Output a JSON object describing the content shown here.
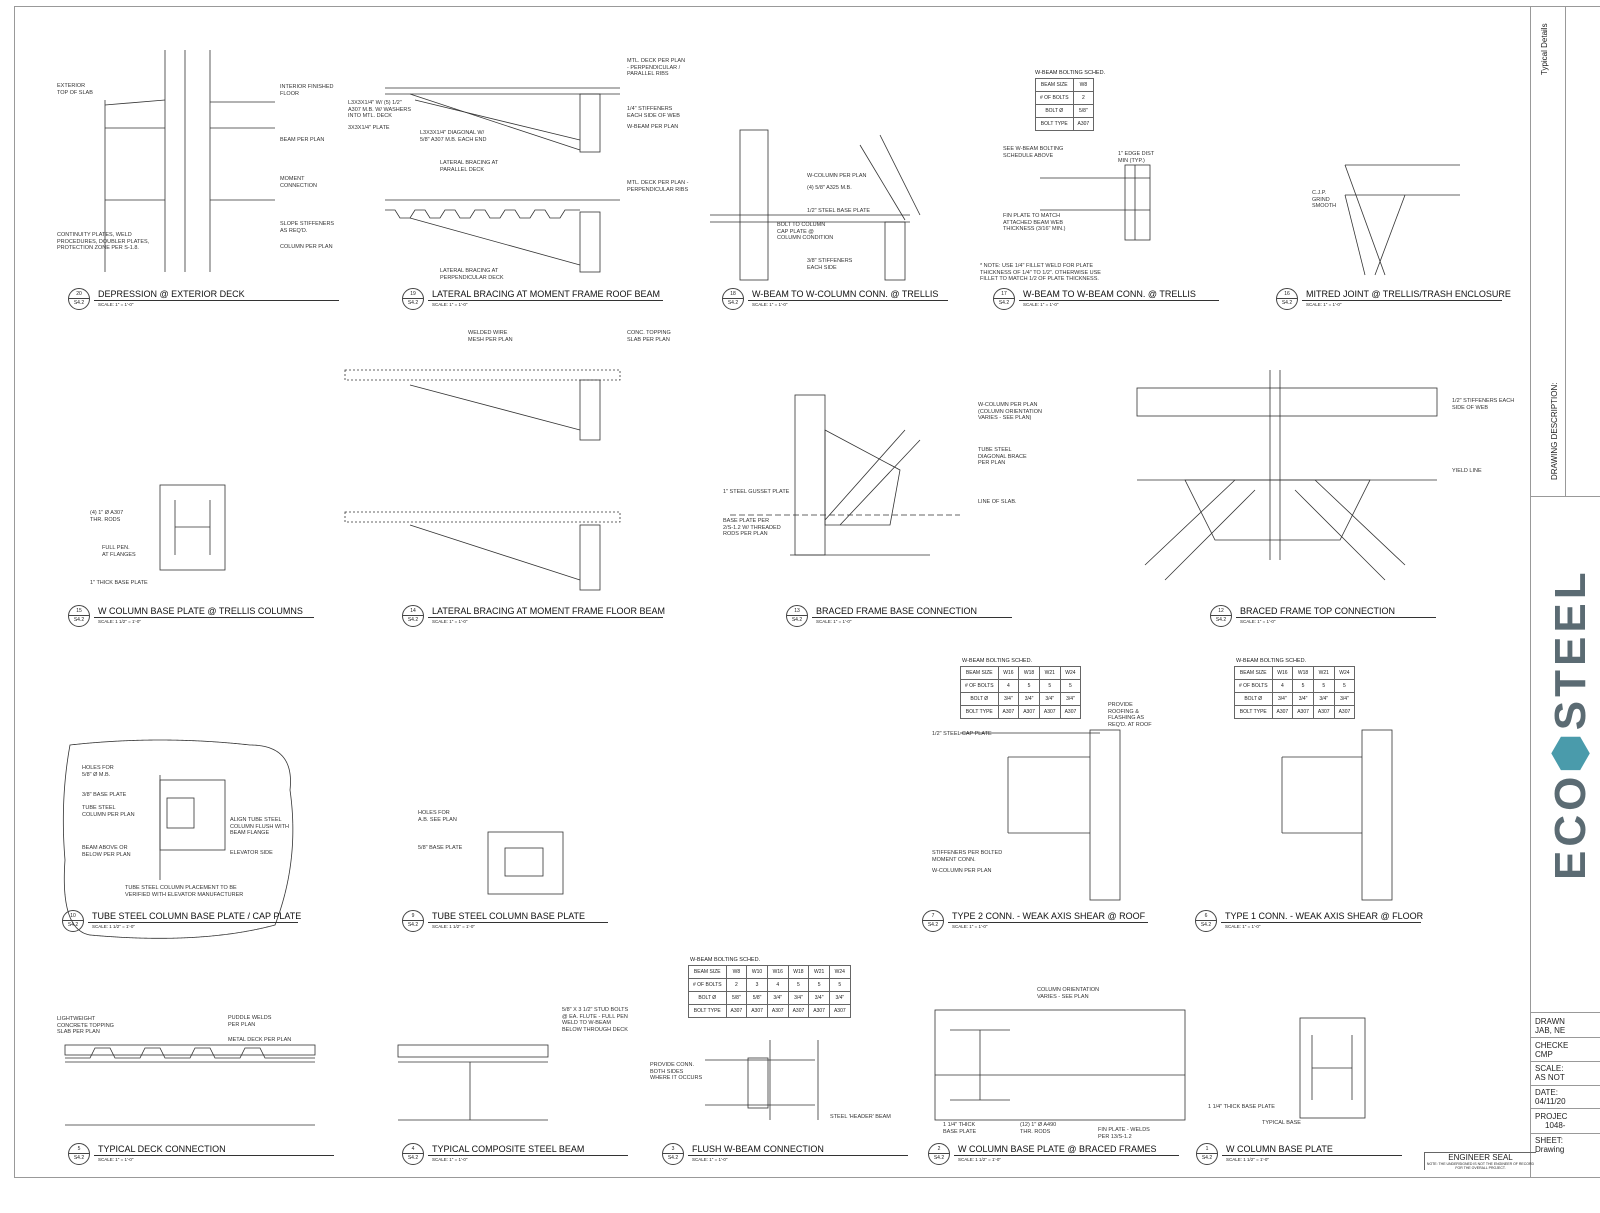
{
  "sheet": {
    "description_label": "DRAWING DESCRIPTION:",
    "description": "Typical Details",
    "brand": "ECOSTEEL",
    "brand_color": "#4a9bab",
    "drawn_label": "DRAWN",
    "drawn": "JAB, NE",
    "checked_label": "CHECKE",
    "checked": "CMP",
    "scale_label": "SCALE:",
    "scale": "AS NOT",
    "date_label": "DATE:",
    "date": "04/11/20",
    "project_label": "PROJEC",
    "project": "1048-",
    "sheet_label": "SHEET:",
    "sheet": "Drawing",
    "seal_title": "ENGINEER SEAL",
    "seal_note": "NOTE: THE UNDERSIGNED IS NOT THE ENGINEER OF RECORD FOR THE OVERALL PROJECT."
  },
  "details": [
    {
      "n": "20",
      "s": "S4.2",
      "title": "DEPRESSION @ EXTERIOR DECK",
      "scale": "SCALE: 1\" = 1'-0\""
    },
    {
      "n": "19",
      "s": "S4.2",
      "title": "LATERAL BRACING AT MOMENT FRAME ROOF BEAM",
      "scale": "SCALE: 1\" = 1'-0\""
    },
    {
      "n": "18",
      "s": "S4.2",
      "title": "W-BEAM TO W-COLUMN CONN. @ TRELLIS",
      "scale": "SCALE: 1\" = 1'-0\""
    },
    {
      "n": "17",
      "s": "S4.2",
      "title": "W-BEAM TO W-BEAM CONN. @ TRELLIS",
      "scale": "SCALE: 1\" = 1'-0\""
    },
    {
      "n": "16",
      "s": "S4.2",
      "title": "MITRED JOINT @ TRELLIS/TRASH ENCLOSURE",
      "scale": "SCALE: 1\" = 1'-0\""
    },
    {
      "n": "15",
      "s": "S4.2",
      "title": "W COLUMN BASE PLATE @ TRELLIS COLUMNS",
      "scale": "SCALE: 1 1/2\" = 1'-0\""
    },
    {
      "n": "14",
      "s": "S4.2",
      "title": "LATERAL BRACING AT MOMENT FRAME FLOOR BEAM",
      "scale": "SCALE: 1\" = 1'-0\""
    },
    {
      "n": "13",
      "s": "S4.2",
      "title": "BRACED FRAME BASE CONNECTION",
      "scale": "SCALE: 1\" = 1'-0\""
    },
    {
      "n": "12",
      "s": "S4.2",
      "title": "BRACED FRAME TOP CONNECTION",
      "scale": "SCALE: 1\" = 1'-0\""
    },
    {
      "n": "10",
      "s": "S4.2",
      "title": "TUBE STEEL COLUMN BASE PLATE / CAP PLATE",
      "scale": "SCALE: 1 1/2\" = 1'-0\""
    },
    {
      "n": "9",
      "s": "S4.2",
      "title": "TUBE STEEL COLUMN BASE PLATE",
      "scale": "SCALE: 1 1/2\" = 1'-0\""
    },
    {
      "n": "7",
      "s": "S4.2",
      "title": "TYPE 2 CONN. - WEAK AXIS SHEAR @ ROOF",
      "scale": "SCALE: 1\" = 1'-0\""
    },
    {
      "n": "6",
      "s": "S4.2",
      "title": "TYPE 1 CONN. - WEAK AXIS SHEAR @ FLOOR",
      "scale": "SCALE: 1\" = 1'-0\""
    },
    {
      "n": "5",
      "s": "S4.2",
      "title": "TYPICAL DECK CONNECTION",
      "scale": "SCALE: 1\" = 1'-0\""
    },
    {
      "n": "4",
      "s": "S4.2",
      "title": "TYPICAL COMPOSITE STEEL BEAM",
      "scale": "SCALE: 1\" = 1'-0\""
    },
    {
      "n": "3",
      "s": "S4.2",
      "title": "FLUSH W-BEAM CONNECTION",
      "scale": "SCALE: 1\" = 1'-0\""
    },
    {
      "n": "2",
      "s": "S4.2",
      "title": "W COLUMN BASE PLATE @ BRACED FRAMES",
      "scale": "SCALE: 1 1/2\" = 1'-0\""
    },
    {
      "n": "1",
      "s": "S4.2",
      "title": "W COLUMN BASE PLATE",
      "scale": "SCALE: 1 1/2\" = 1'-0\""
    }
  ],
  "tables": {
    "caption": "W-BEAM BOLTING SCHED.",
    "t17": [
      [
        "BEAM SIZE",
        "W8"
      ],
      [
        "# OF BOLTS",
        "2"
      ],
      [
        "BOLT Ø",
        "5/8\""
      ],
      [
        "BOLT TYPE",
        "A307"
      ]
    ],
    "t7": [
      [
        "BEAM SIZE",
        "W16",
        "W18",
        "W21",
        "W24"
      ],
      [
        "# OF BOLTS",
        "4",
        "5",
        "5",
        "5"
      ],
      [
        "BOLT Ø",
        "3/4\"",
        "3/4\"",
        "3/4\"",
        "3/4\""
      ],
      [
        "BOLT TYPE",
        "A307",
        "A307",
        "A307",
        "A307"
      ]
    ],
    "t6": [
      [
        "BEAM SIZE",
        "W16",
        "W18",
        "W21",
        "W24"
      ],
      [
        "# OF BOLTS",
        "4",
        "5",
        "5",
        "5"
      ],
      [
        "BOLT Ø",
        "3/4\"",
        "3/4\"",
        "3/4\"",
        "3/4\""
      ],
      [
        "BOLT TYPE",
        "A307",
        "A307",
        "A307",
        "A307"
      ]
    ],
    "t3": [
      [
        "BEAM SIZE",
        "W8",
        "W10",
        "W16",
        "W18",
        "W21",
        "W24"
      ],
      [
        "# OF BOLTS",
        "2",
        "3",
        "4",
        "5",
        "5",
        "5"
      ],
      [
        "BOLT Ø",
        "5/8\"",
        "5/8\"",
        "3/4\"",
        "3/4\"",
        "3/4\"",
        "3/4\""
      ],
      [
        "BOLT TYPE",
        "A307",
        "A307",
        "A307",
        "A307",
        "A307",
        "A307"
      ]
    ]
  },
  "labels": [
    "EXTERIOR\nTOP OF SLAB",
    "INTERIOR FINISHED\nFLOOR",
    "BEAM PER PLAN",
    "MOMENT\nCONNECTION",
    "SLOPE STIFFENERS\nAS REQ'D.",
    "COLUMN PER PLAN",
    "CONTINUITY PLATES, WELD\nPROCEDURES, DOUBLER PLATES,\nPROTECTION ZONE PER S-1.8.",
    "MTL. DECK PER PLAN\n- PERPENDICULAR /\nPARALLEL RIBS",
    "L3x3x1/4\" W/ (5) 1/2\"\nA307 M.B. W/ WASHERS\nINTO MTL. DECK",
    "3x3x1/4\" PLATE",
    "1/4\" STIFFENERS\nEACH SIDE OF WEB",
    "W-BEAM PER PLAN",
    "L3x3x1/4\" DIAGONAL W/\n5/8\" A307 M.B. EACH END",
    "LATERAL BRACING AT\nPARALLEL DECK",
    "MTL. DECK PER PLAN -\nPERPENDICULAR RIBS",
    "LATERAL BRACING AT\nPERPENDICULAR DECK",
    "W-COLUMN PER PLAN",
    "(4) 5/8\" A325 M.B.",
    "1/2\" STEEL BASE PLATE",
    "BOLT TO COLUMN\nCAP PLATE @\nCOLUMN CONDITION",
    "3/8\" STIFFENERS\nEACH SIDE",
    "SEE W-BEAM BOLTING\nSCHEDULE ABOVE",
    "1\" EDGE DIST\nMIN (TYP.)",
    "FIN PLATE TO MATCH\nATTACHED BEAM WEB\nTHICKNESS (3/16\" MIN.)",
    "* NOTE: USE 1/4\" FILLET WELD FOR PLATE\nTHICKNESS OF 1/4\" TO 1/2\". OTHERWISE USE\nFILLET TO MATCH 1/2 OF PLATE THICKNESS.",
    "C.J.P.\nGRIND\nSMOOTH",
    "(4) 1\" Ø A307\nTHR. RODS",
    "FULL PEN.\nAT FLANGES",
    "1\" THICK BASE PLATE",
    "WELDED WIRE\nMESH PER PLAN",
    "CONC. TOPPING\nSLAB PER PLAN",
    "W-COLUMN PER PLAN\n(COLUMN ORIENTATION\nVARIES - SEE PLAN)",
    "TUBE STEEL\nDIAGONAL BRACE\nPER PLAN",
    "1\" STEEL GUSSET PLATE",
    "LINE OF SLAB.",
    "BASE PLATE PER\n2/S-1.2 W/ THREADED\nRODS PER PLAN",
    "1/2\" STIFFENERS EACH\nSIDE OF WEB",
    "YIELD LINE",
    "HOLES FOR\n5/8\" Ø M.B.",
    "3/8\" BASE PLATE",
    "TUBE STEEL\nCOLUMN PER PLAN",
    "ALIGN TUBE STEEL\nCOLUMN FLUSH WITH\nBEAM FLANGE",
    "BEAM ABOVE OR\nBELOW PER PLAN",
    "ELEVATOR SIDE",
    "TUBE STEEL COLUMN PLACEMENT TO BE\nVERIFIED WITH ELEVATOR MANUFACTURER",
    "HOLES FOR\nA.B. SEE PLAN",
    "5/8\" BASE PLATE",
    "PROVIDE\nROOFING &\nFLASHING AS\nREQ'D. AT ROOF",
    "1/2\" STEEL CAP PLATE",
    "STIFFENERS PER BOLTED\nMOMENT CONN.",
    "W-COLUMN PER PLAN",
    "LIGHTWEIGHT\nCONCRETE TOPPING\nSLAB PER PLAN",
    "PUDDLE WELDS\nPER PLAN",
    "METAL DECK PER PLAN",
    "5/8\" x 3 1/2\" STUD BOLTS\n@ EA. FLUTE - FULL PEN\nWELD TO W-BEAM\nBELOW THROUGH DECK",
    "PROVIDE CONN.\nBOTH SIDES\nWHERE IT OCCURS",
    "STEEL 'HEADER' BEAM",
    "COLUMN ORIENTATION\nVARIES - SEE PLAN",
    "1 1/4\" THICK\nBASE PLATE",
    "(12) 1\" Ø A490\nTHR. RODS",
    "FIN PLATE - WELDS\nPER 13/S-1.2",
    "1 1/4\" THICK BASE PLATE",
    "TYPICAL BASE"
  ]
}
